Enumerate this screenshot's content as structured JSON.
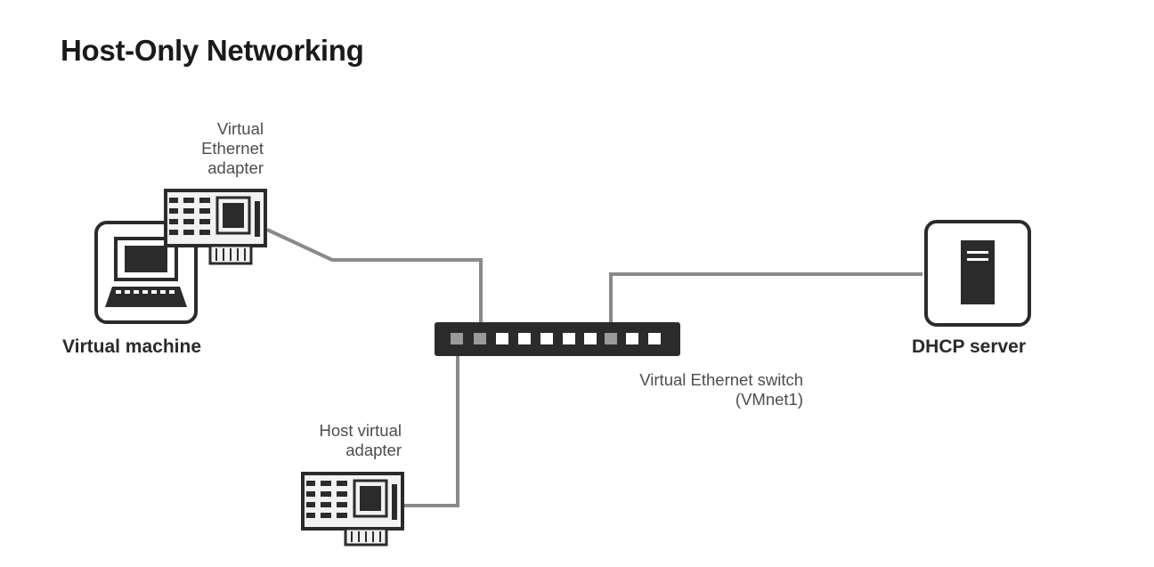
{
  "title": "Host-Only Networking",
  "labels": {
    "vm_adapter": [
      "Virtual",
      "Ethernet",
      "adapter"
    ],
    "virtual_machine": "Virtual machine",
    "host_adapter": [
      "Host virtual",
      "adapter"
    ],
    "switch": [
      "Virtual Ethernet switch",
      "(VMnet1)"
    ],
    "dhcp_server": "DHCP server"
  },
  "icons": [
    "computer-icon",
    "network-card-icon",
    "network-card-icon",
    "switch-icon",
    "server-icon"
  ],
  "colors": {
    "line": "#8a8a8a",
    "device": "#2b2b2b",
    "text": "#4d4d4d"
  }
}
